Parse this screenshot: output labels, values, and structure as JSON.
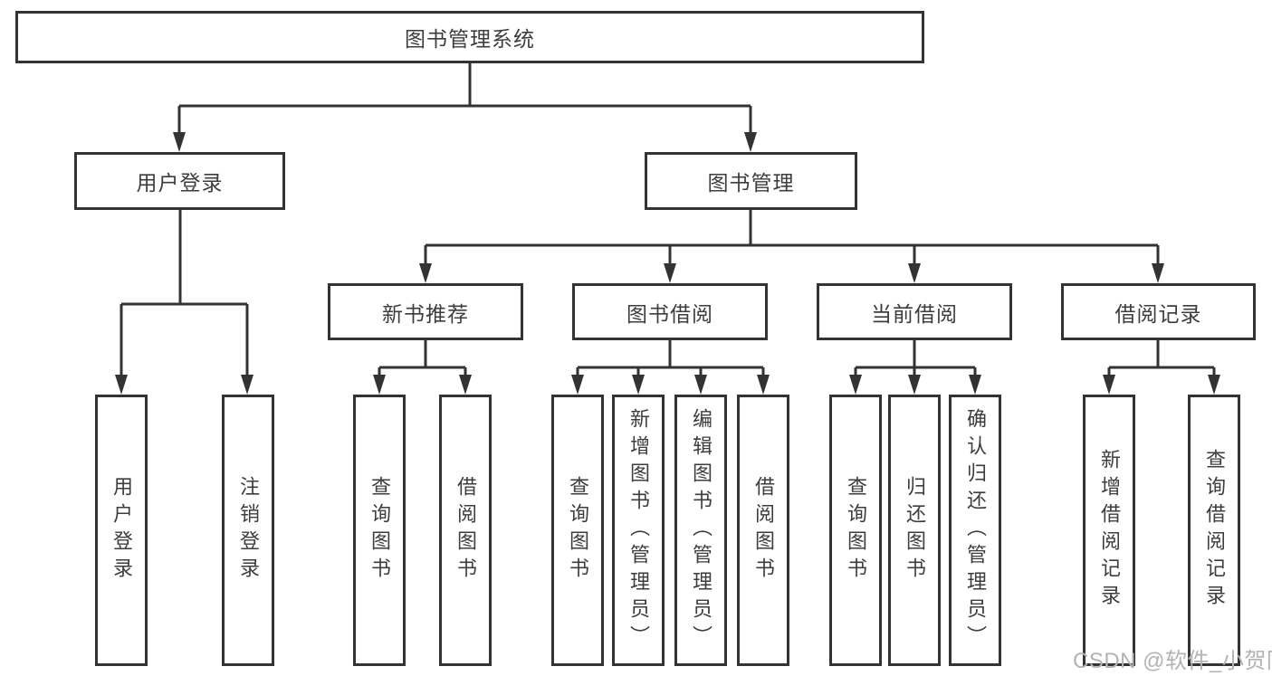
{
  "diagram": {
    "title_node": {
      "label": "图书管理系统"
    },
    "level2": [
      {
        "label": "用户登录"
      },
      {
        "label": "图书管理"
      }
    ],
    "level3": [
      {
        "label": "新书推荐",
        "parent": "图书管理"
      },
      {
        "label": "图书借阅",
        "parent": "图书管理"
      },
      {
        "label": "当前借阅",
        "parent": "图书管理"
      },
      {
        "label": "借阅记录",
        "parent": "图书管理"
      }
    ],
    "leaves": [
      {
        "label": "用户登录",
        "parent": "用户登录"
      },
      {
        "label": "注销登录",
        "parent": "用户登录"
      },
      {
        "label": "查询图书",
        "parent": "新书推荐"
      },
      {
        "label": "借阅图书",
        "parent": "新书推荐"
      },
      {
        "label": "查询图书",
        "parent": "图书借阅"
      },
      {
        "label": "新增图书（管理员）",
        "parent": "图书借阅"
      },
      {
        "label": "编辑图书（管理员）",
        "parent": "图书借阅"
      },
      {
        "label": "借阅图书",
        "parent": "图书借阅"
      },
      {
        "label": "查询图书",
        "parent": "当前借阅"
      },
      {
        "label": "归还图书",
        "parent": "当前借阅"
      },
      {
        "label": "确认归还（管理员）",
        "parent": "当前借阅"
      },
      {
        "label": "新增借阅记录",
        "parent": "借阅记录"
      },
      {
        "label": "查询借阅记录",
        "parent": "借阅记录"
      }
    ],
    "watermark": "CSDN @软件_小贺同学",
    "colors": {
      "line": "#333333",
      "text": "#3d3d3d",
      "watermark": "#b3b3b3",
      "background": "#ffffff"
    }
  }
}
